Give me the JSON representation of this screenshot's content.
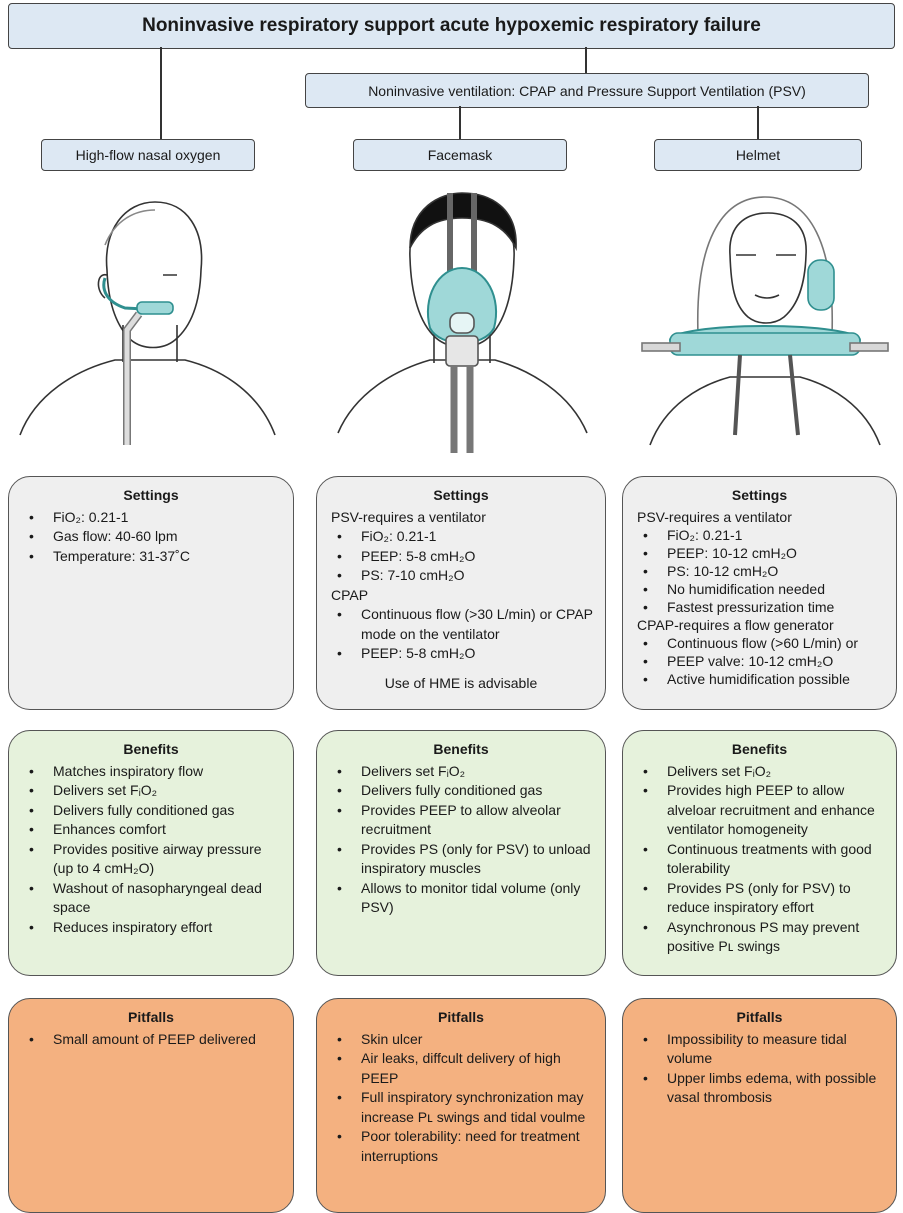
{
  "title": "Noninvasive respiratory support acute hypoxemic respiratory failure",
  "niv_header": "Noninvasive ventilation: CPAP and Pressure Support Ventilation (PSV)",
  "columns": [
    {
      "label": "High-flow nasal oxygen",
      "settings": {
        "heading": "Settings",
        "items": [
          "FiO₂: 0.21-1",
          "Gas flow: 40-60 lpm",
          "Temperature: 31-37˚C"
        ]
      },
      "benefits": {
        "heading": "Benefits",
        "items": [
          "Matches inspiratory flow",
          "Delivers set FᵢO₂",
          "Delivers fully conditioned gas",
          "Enhances comfort",
          "Provides positive airway pressure (up to 4 cmH₂O)",
          "Washout of nasopharyngeal dead space",
          "Reduces inspiratory effort"
        ]
      },
      "pitfalls": {
        "heading": "Pitfalls",
        "items": [
          "Small amount of PEEP delivered"
        ]
      }
    },
    {
      "label": "Facemask",
      "settings": {
        "heading": "Settings",
        "line1": "PSV-requires a ventilator",
        "items_a": [
          "FiO₂: 0.21-1",
          "PEEP: 5-8 cmH₂O",
          "PS: 7-10 cmH₂O"
        ],
        "line2": "CPAP",
        "items_b": [
          "Continuous flow (>30 L/min) or CPAP mode on the ventilator",
          "PEEP: 5-8 cmH₂O"
        ],
        "note": "Use of HME is advisable"
      },
      "benefits": {
        "heading": "Benefits",
        "items": [
          "Delivers set FᵢO₂",
          "Delivers fully conditioned gas",
          "Provides PEEP to allow alveolar recruitment",
          "Provides PS (only for PSV) to unload inspiratory muscles",
          "Allows to monitor tidal volume (only PSV)"
        ]
      },
      "pitfalls": {
        "heading": "Pitfalls",
        "items": [
          "Skin ulcer",
          "Air leaks, diffcult delivery of high PEEP",
          "Full inspiratory synchronization may increase Pʟ swings and tidal voulme",
          "Poor tolerability: need for treatment interruptions"
        ]
      }
    },
    {
      "label": "Helmet",
      "settings": {
        "heading": "Settings",
        "line1": "PSV-requires a ventilator",
        "items_a": [
          "FiO₂: 0.21-1",
          "PEEP: 10-12 cmH₂O",
          "PS: 10-12 cmH₂O",
          "No humidification needed",
          "Fastest pressurization time"
        ],
        "line2": "CPAP-requires a flow generator",
        "items_b": [
          "Continuous flow (>60 L/min) or",
          "PEEP valve: 10-12 cmH₂O",
          "Active humidification possible"
        ]
      },
      "benefits": {
        "heading": "Benefits",
        "items": [
          "Delivers set FᵢO₂",
          "Provides high PEEP to allow alveloar recruitment and enhance ventilator homogeneity",
          "Continuous treatments with good tolerability",
          "Provides PS (only for PSV) to reduce inspiratory effort",
          "Asynchronous PS may prevent positive Pʟ swings"
        ]
      },
      "pitfalls": {
        "heading": "Pitfalls",
        "items": [
          "Impossibility to measure tidal volume",
          "Upper limbs edema, with possible vasal thrombosis"
        ]
      }
    }
  ],
  "colors": {
    "header_fill": "#dde8f3",
    "settings_fill": "#efefef",
    "benefits_fill": "#e6f2dc",
    "pitfalls_fill": "#f4b180",
    "device_tint": "#9fd8d8"
  }
}
